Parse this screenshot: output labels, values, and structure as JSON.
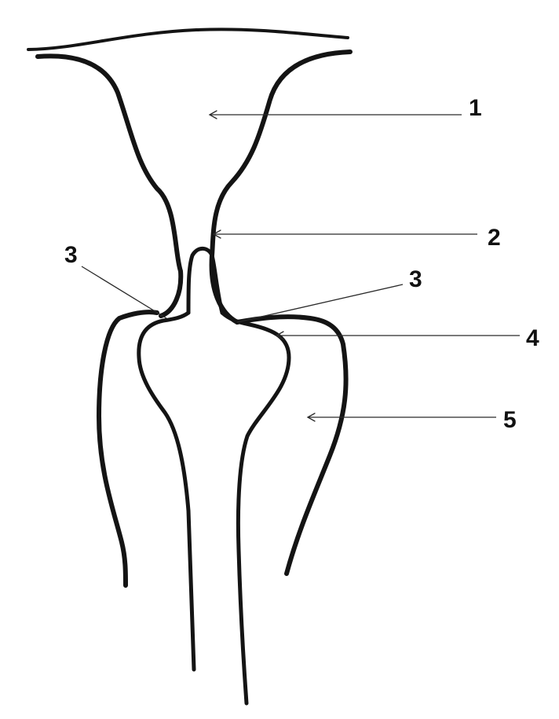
{
  "diagram": {
    "colors": {
      "background": "#ffffff",
      "outline": "#141414",
      "leader": "#2a2a2a",
      "label": "#111111"
    },
    "labels": [
      {
        "id": "1",
        "text": "1"
      },
      {
        "id": "2",
        "text": "2"
      },
      {
        "id": "3a",
        "text": "3"
      },
      {
        "id": "3b",
        "text": "3"
      },
      {
        "id": "4",
        "text": "4"
      },
      {
        "id": "5",
        "text": "5"
      }
    ]
  }
}
